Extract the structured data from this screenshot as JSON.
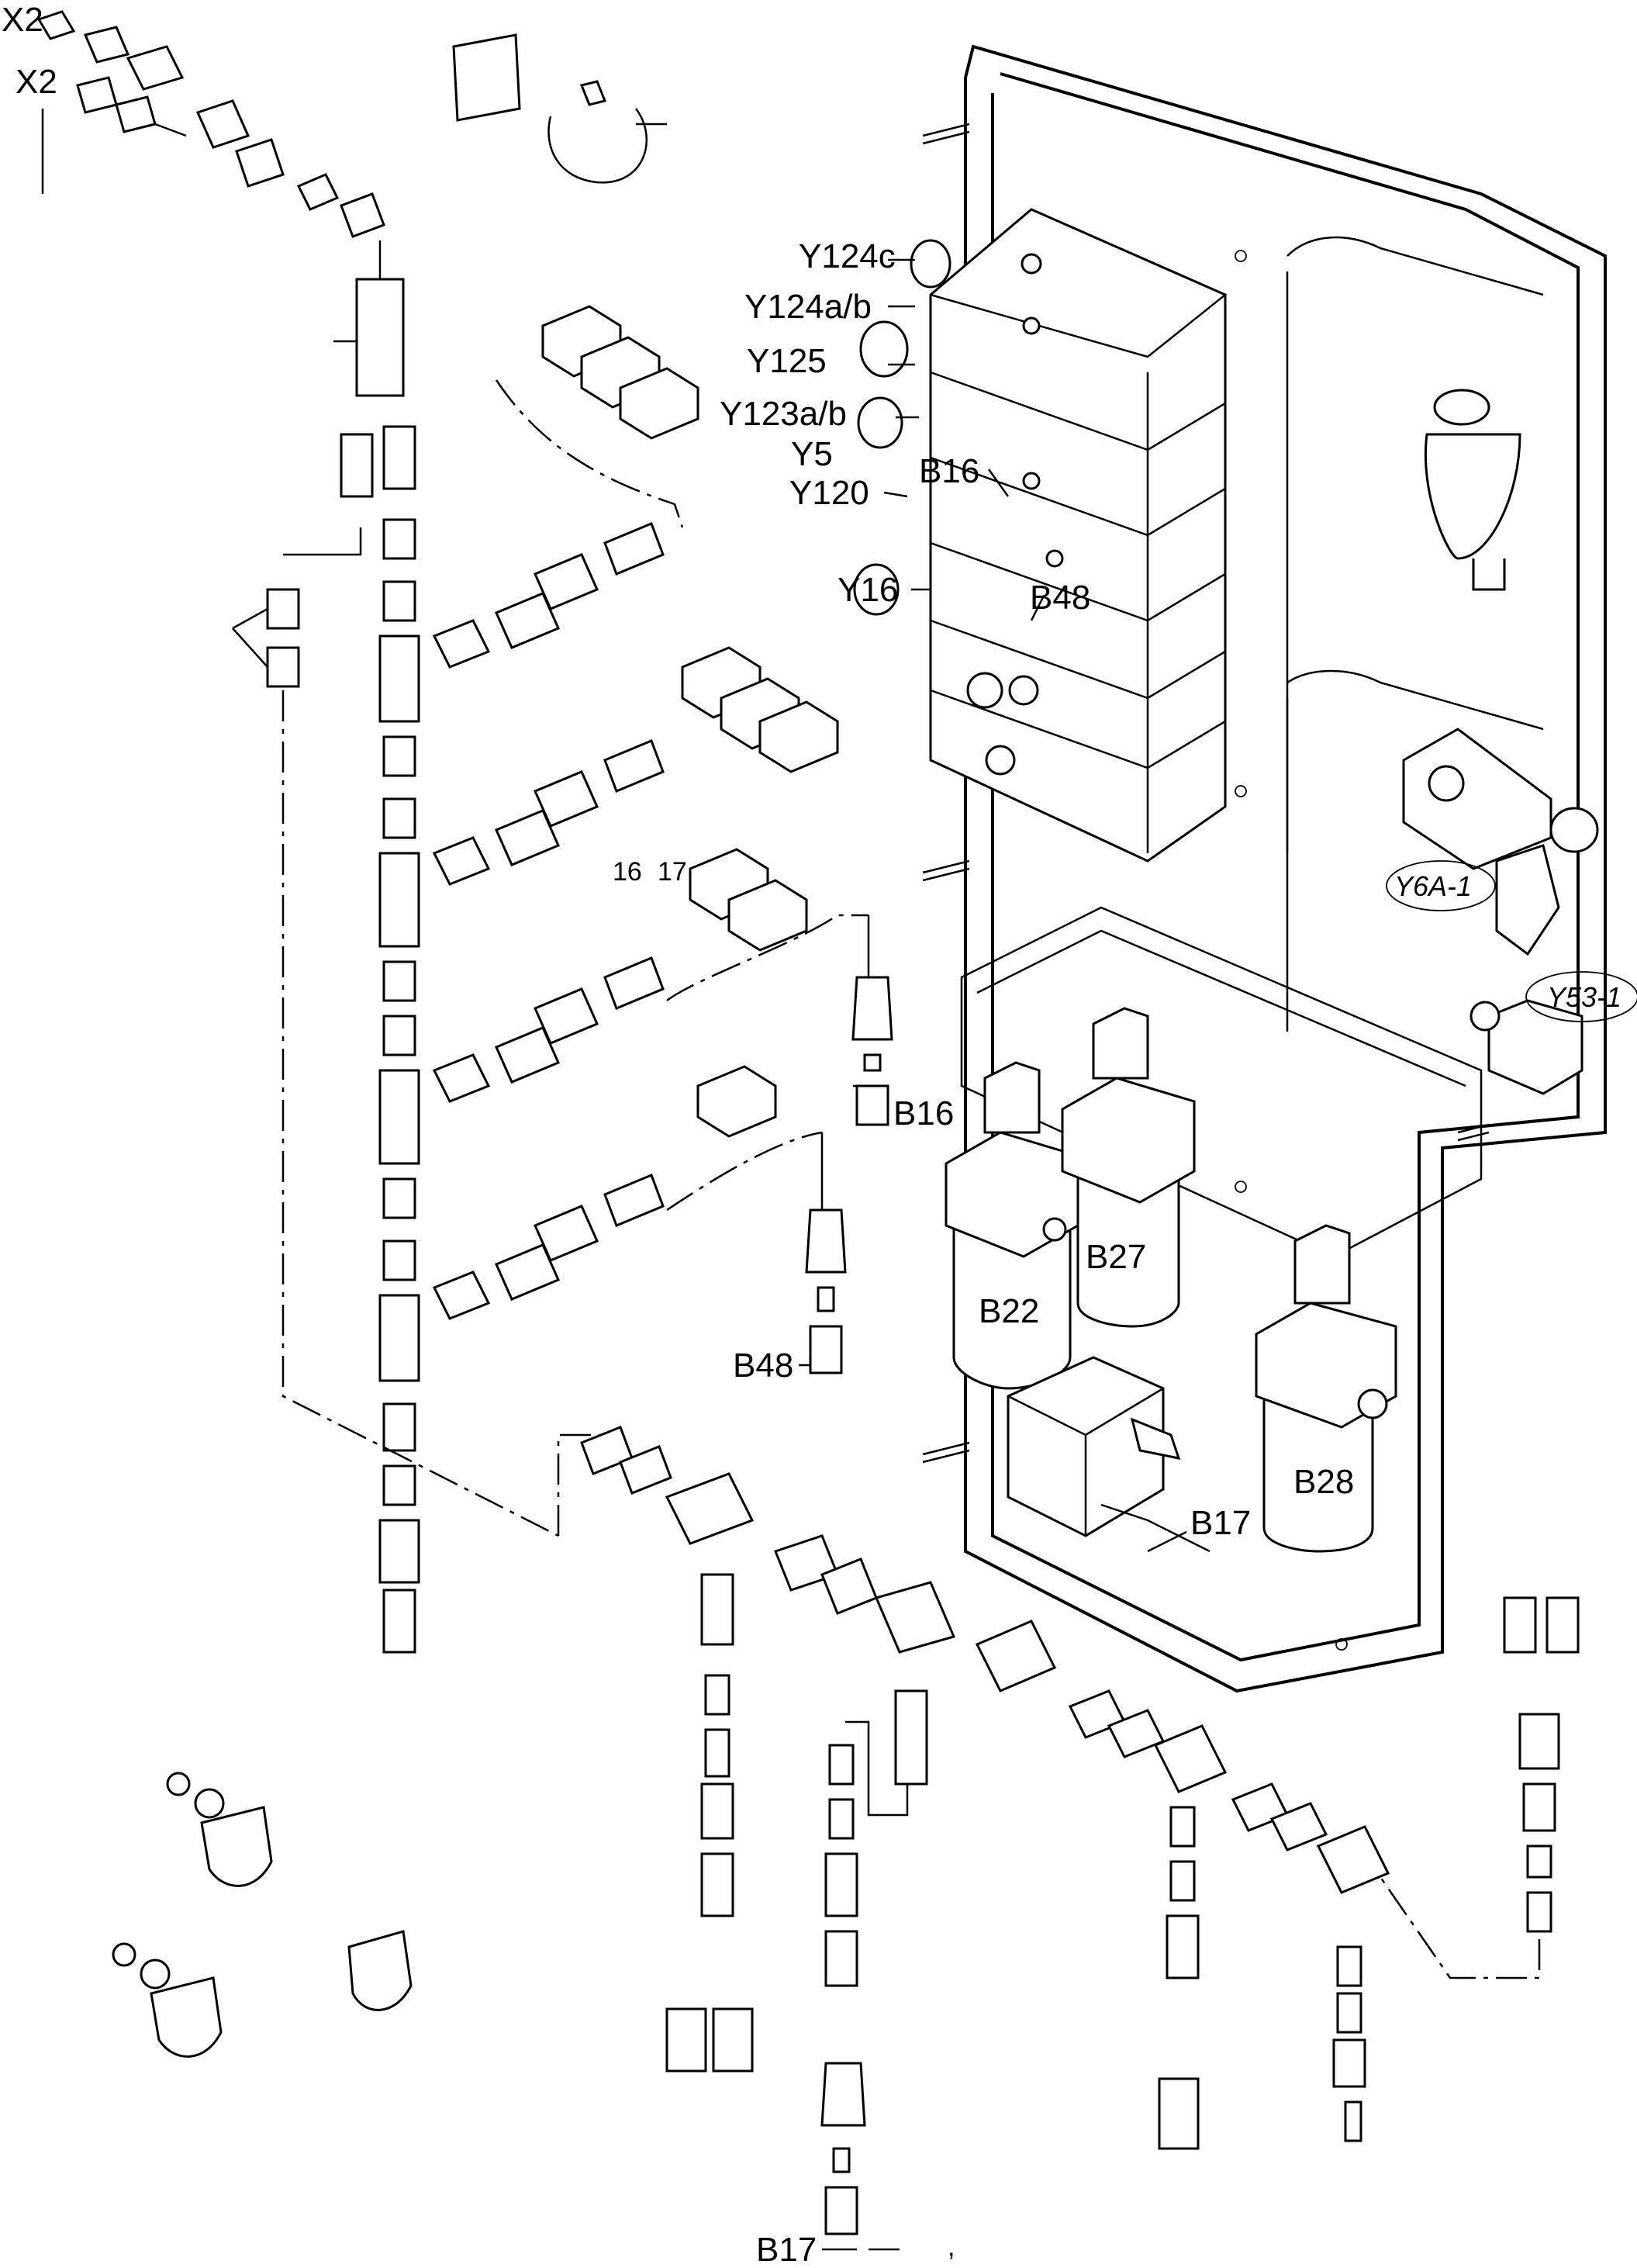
{
  "diagram": {
    "component_labels": {
      "x2_top": "X2",
      "x2_second": "X2",
      "y124c": "Y124c",
      "y124ab": "Y124a/b",
      "y125": "Y125",
      "y123ab": "Y123a/b",
      "y5": "Y5",
      "b16_block": "B16",
      "y120": "Y120",
      "y16": "Y16",
      "b48_block": "B48",
      "y6a1": "Y6A-1",
      "y531": "Y53-1",
      "b16_sensor": "B16",
      "b27": "B27",
      "b22": "B22",
      "b48_sensor": "B48",
      "b28": "B28",
      "b17_right": "B17",
      "b17_bottom": "B17",
      "num_16": "16",
      "num_17": "17",
      "comma_mark": ","
    }
  }
}
